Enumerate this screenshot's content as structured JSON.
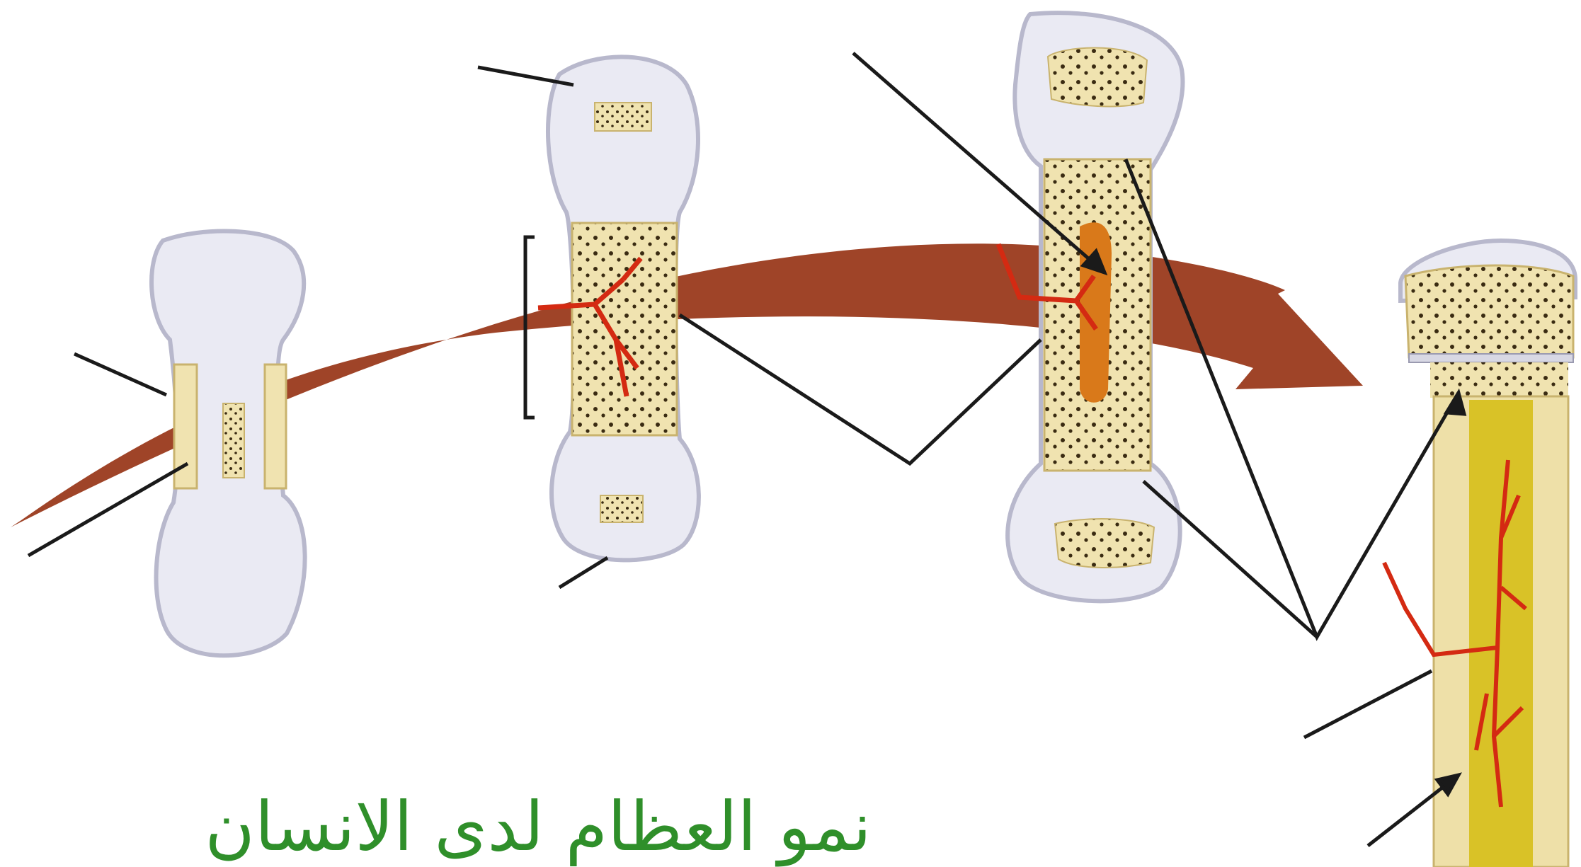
{
  "figure": {
    "caption": "نمو العظام لدى الانسان"
  },
  "colors": {
    "background": "#ffffff",
    "arrow_band": "#9a3a1c",
    "cartilage": "#eaeaf3",
    "cartilage_edge": "#b8b8cc",
    "bone": "#f0e3b0",
    "bone_edge": "#c9b36e",
    "spongy_dots": "#3a2b12",
    "marrow": "#d9c227",
    "marrow_cavity": "#d9791a",
    "blood_vessel": "#d42a12",
    "label_line": "#1a1a1a",
    "caption_text": "#2f8f2a"
  },
  "stages": [
    {
      "name": "stage-1-cartilage-model"
    },
    {
      "name": "stage-2-primary-ossification"
    },
    {
      "name": "stage-3-secondary-ossification"
    },
    {
      "name": "stage-4-adult-long-bone"
    }
  ]
}
